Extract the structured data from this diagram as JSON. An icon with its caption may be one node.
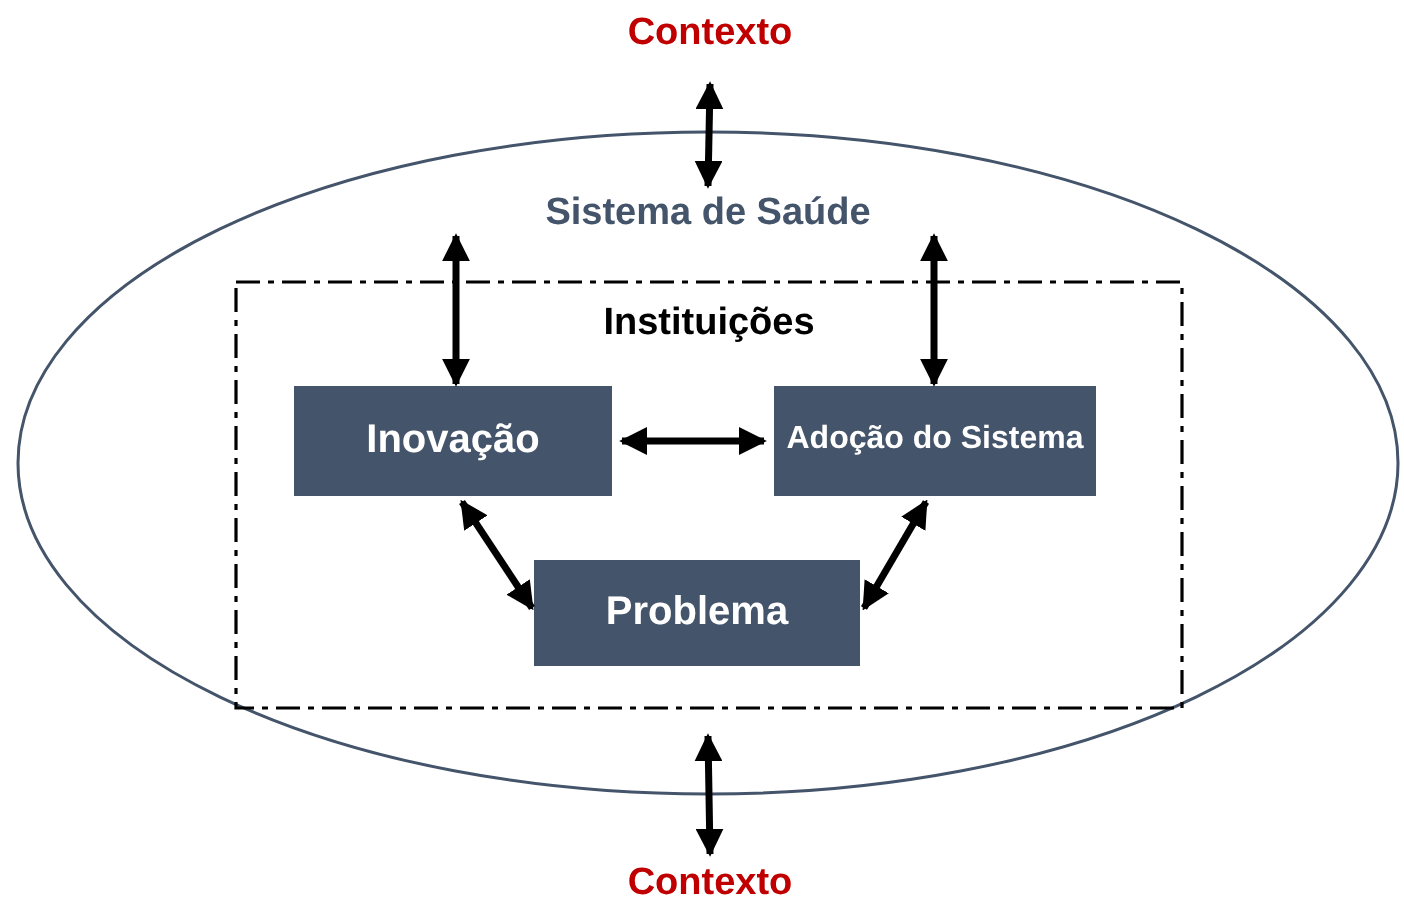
{
  "diagram": {
    "nodes": [
      {
        "text": [
          "Contexto"
        ]
      },
      {
        "text": [
          "Sistema de Saúde"
        ]
      },
      {
        "text": [
          "Instituições"
        ],
        "in": 1
      },
      {
        "text": [
          "Inovação"
        ],
        "in": 2
      },
      {
        "text": [
          "Adoção do Sistema"
        ],
        "in": 2
      },
      {
        "text": [
          "Problema"
        ],
        "in": 2
      },
      {
        "text": [
          "Contexto"
        ]
      }
    ],
    "edges": [
      {
        "from": 0,
        "to": 1,
        "arrow": "both"
      },
      {
        "from": 1,
        "to": 3,
        "arrow": "both"
      },
      {
        "from": 1,
        "to": 4,
        "arrow": "both"
      },
      {
        "from": 3,
        "to": 4,
        "arrow": "both"
      },
      {
        "from": 3,
        "to": 5,
        "arrow": "both"
      },
      {
        "from": 4,
        "to": 5,
        "arrow": "both"
      },
      {
        "from": 1,
        "to": 6,
        "arrow": "both"
      }
    ]
  }
}
